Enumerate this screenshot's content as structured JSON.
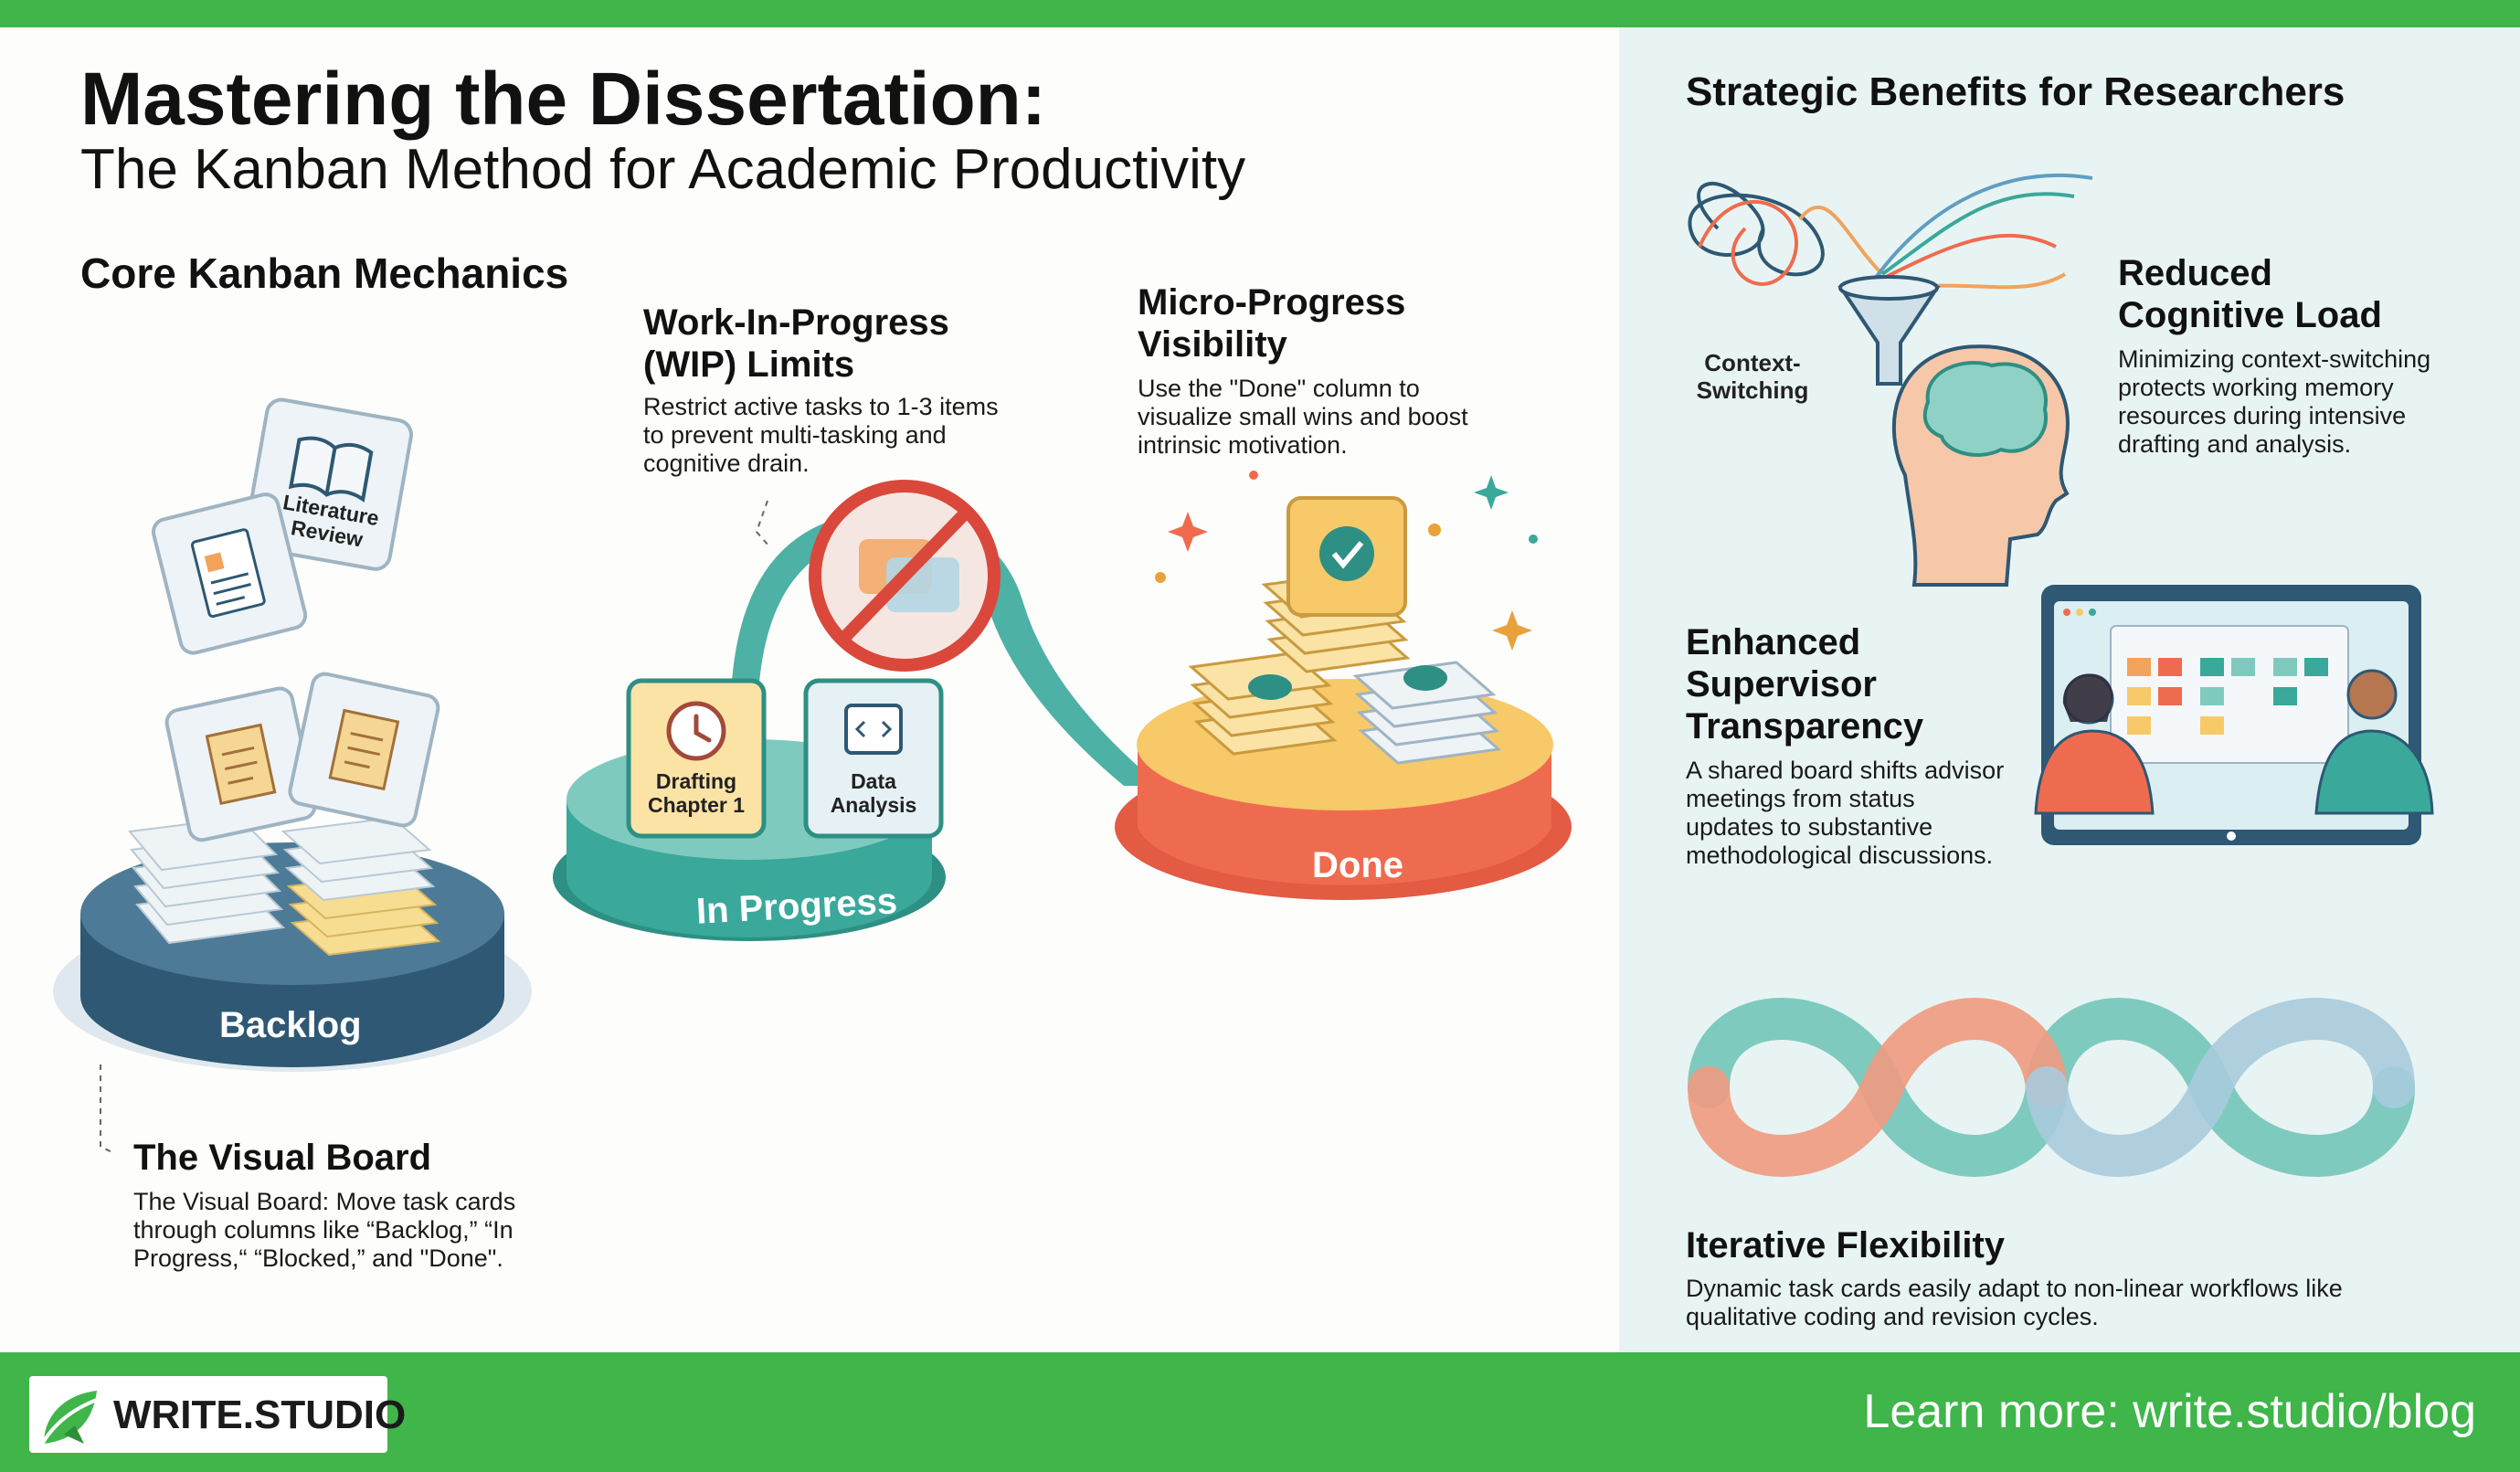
{
  "header": {
    "title": "Mastering the Dissertation:",
    "subtitle": "The Kanban Method for Academic Productivity"
  },
  "core": {
    "section_title": "Core Kanban Mechanics",
    "wip": {
      "title_line1": "Work-In-Progress",
      "title_line2": "(WIP) Limits",
      "desc_line1": "Restrict active tasks to 1-3 items",
      "desc_line2": "to prevent multi-tasking and",
      "desc_line3": "cognitive drain."
    },
    "micro": {
      "title_line1": "Micro-Progress",
      "title_line2": "Visibility",
      "desc_line1": "Use the \"Done\" column to",
      "desc_line2": "visualize small wins and boost",
      "desc_line3": "intrinsic motivation."
    },
    "visual_board": {
      "title": "The Visual Board",
      "desc_line1": "The Visual Board: Move task cards",
      "desc_line2": "through columns like “Backlog,” “In",
      "desc_line3": "Progress,“ “Blocked,” and \"Done\"."
    },
    "columns": {
      "backlog": "Backlog",
      "in_progress": "In Progress",
      "done": "Done"
    },
    "cards": {
      "literature_line1": "Literature",
      "literature_line2": "Review",
      "drafting_line1": "Drafting",
      "drafting_line2": "Chapter 1",
      "data_line1": "Data",
      "data_line2": "Analysis"
    }
  },
  "benefits": {
    "section_title": "Strategic Benefits for Researchers",
    "context_label_line1": "Context-",
    "context_label_line2": "Switching",
    "reduced": {
      "title_line1": "Reduced",
      "title_line2": "Cognitive Load",
      "desc_line1": "Minimizing context-switching",
      "desc_line2": "protects working memory",
      "desc_line3": "resources during intensive",
      "desc_line4": "drafting and analysis."
    },
    "supervisor": {
      "title_line1": "Enhanced",
      "title_line2": "Supervisor",
      "title_line3": "Transparency",
      "desc_line1": "A shared board shifts advisor",
      "desc_line2": "meetings from status",
      "desc_line3": "updates to substantive",
      "desc_line4": "methodological discussions."
    },
    "iterative": {
      "title": "Iterative Flexibility",
      "desc_line1": "Dynamic task cards easily adapt to non-linear workflows like",
      "desc_line2": "qualitative coding and revision cycles."
    }
  },
  "footer": {
    "logo": "WRITE.STUDIO",
    "link": "Learn more: write.studio/blog"
  },
  "colors": {
    "brand_green": "#3fb54a",
    "teal": "#3aa89b",
    "coral": "#ef6b4f",
    "navy": "#2f5b7a",
    "gold": "#f5c86a"
  },
  "icons": [
    "book-icon",
    "document-icon",
    "scroll-icon",
    "clock-icon",
    "code-icon",
    "check-icon",
    "no-entry-icon",
    "funnel-icon",
    "brain-head-icon",
    "monitor-icon",
    "infinity-loop-icon",
    "sparkle-icon",
    "leaf-logo-icon"
  ]
}
